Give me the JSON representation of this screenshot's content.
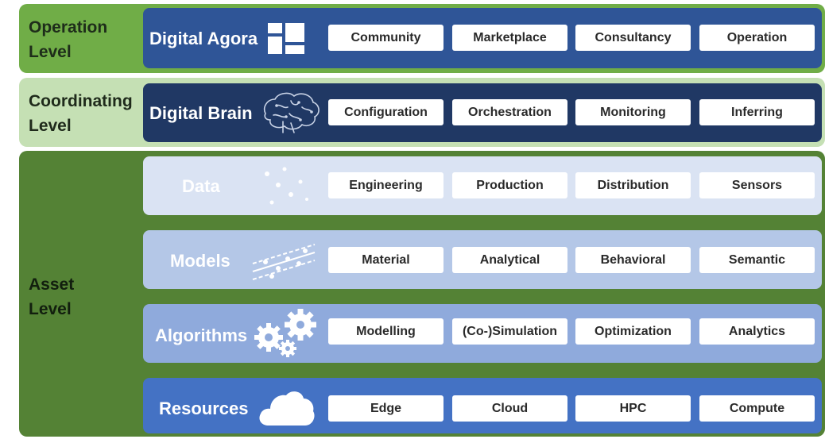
{
  "levels": {
    "operation": {
      "label": "Operation\nLevel",
      "color": "#70ad47"
    },
    "coordinating": {
      "label": "Coordinating\nLevel",
      "color": "#c5e0b4"
    },
    "asset": {
      "label": "Asset\nLevel",
      "color": "#548235"
    }
  },
  "bands": {
    "agora": {
      "title": "Digital Agora",
      "icon": "dashboard-tiles-icon",
      "color": "#2f5597",
      "items": [
        "Community",
        "Marketplace",
        "Consultancy",
        "Operation"
      ]
    },
    "brain": {
      "title": "Digital Brain",
      "icon": "brain-circuit-icon",
      "color": "#203864",
      "items": [
        "Configuration",
        "Orchestration",
        "Monitoring",
        "Inferring"
      ]
    },
    "data": {
      "title": "Data",
      "icon": "scattered-dots-icon",
      "color": "#dae3f3",
      "items": [
        "Engineering",
        "Production",
        "Distribution",
        "Sensors"
      ]
    },
    "models": {
      "title": "Models",
      "icon": "regression-lines-icon",
      "color": "#b4c7e7",
      "items": [
        "Material",
        "Analytical",
        "Behavioral",
        "Semantic"
      ]
    },
    "algorithms": {
      "title": "Algorithms",
      "icon": "gears-icon",
      "color": "#8faadc",
      "items": [
        "Modelling",
        "(Co-)Simulation",
        "Optimization",
        "Analytics"
      ]
    },
    "resources": {
      "title": "Resources",
      "icon": "cloud-icon",
      "color": "#4472c4",
      "items": [
        "Edge",
        "Cloud",
        "HPC",
        "Compute"
      ]
    }
  }
}
